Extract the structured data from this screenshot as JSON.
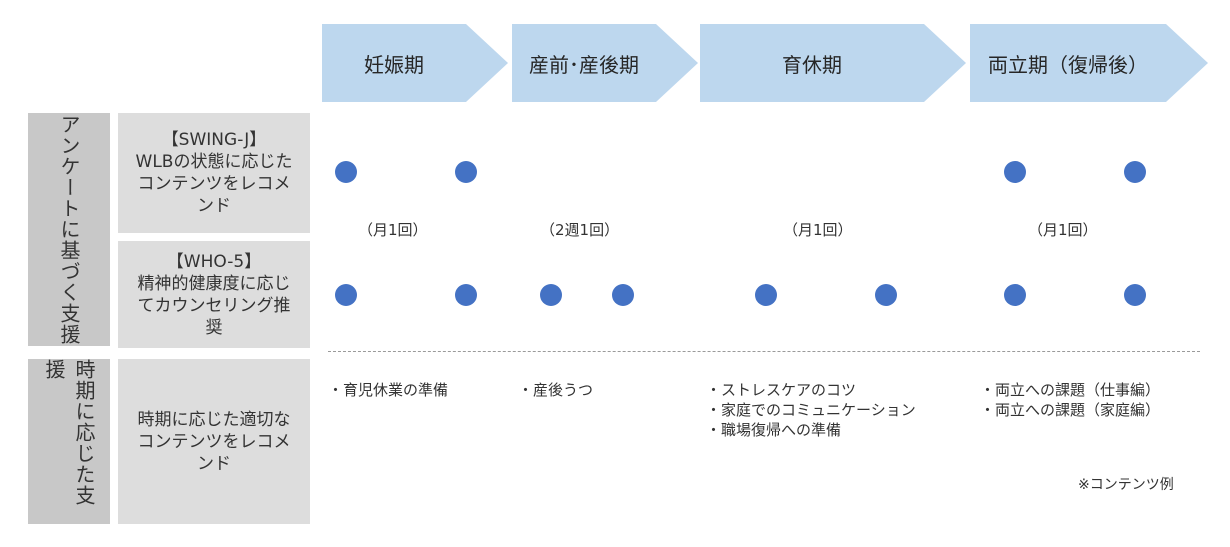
{
  "phases": [
    {
      "label": "妊娠期"
    },
    {
      "label": "産前･産後期"
    },
    {
      "label": "育休期"
    },
    {
      "label": "両立期（復帰後）"
    }
  ],
  "survey_support": {
    "title": "アンケートに基づく支援",
    "swing": {
      "tag": "【SWING-J】",
      "desc": "WLBの状態に応じたコンテンツをレコメンド"
    },
    "who5": {
      "tag": "【WHO-5】",
      "desc": "精神的健康度に応じてカウンセリング推奨"
    },
    "frequencies": [
      "（月1回）",
      "（2週1回）",
      "（月1回）",
      "（月1回）"
    ]
  },
  "timing_support": {
    "title": "時期に応じた支援",
    "desc": "時期に応じた適切なコンテンツをレコメンド",
    "contents": [
      [
        "育児休業の準備"
      ],
      [
        "産後うつ"
      ],
      [
        "ストレスケアのコツ",
        "家庭でのコミュニケーション",
        "職場復帰への準備"
      ],
      [
        "両立への課題（仕事編）",
        "両立への課題（家庭編）"
      ]
    ],
    "note": "※コンテンツ例"
  },
  "colors": {
    "arrow": "#bdd7ee",
    "dot": "#4472c4",
    "box_dark": "#c8c8c8",
    "box_light": "#dddddd"
  }
}
